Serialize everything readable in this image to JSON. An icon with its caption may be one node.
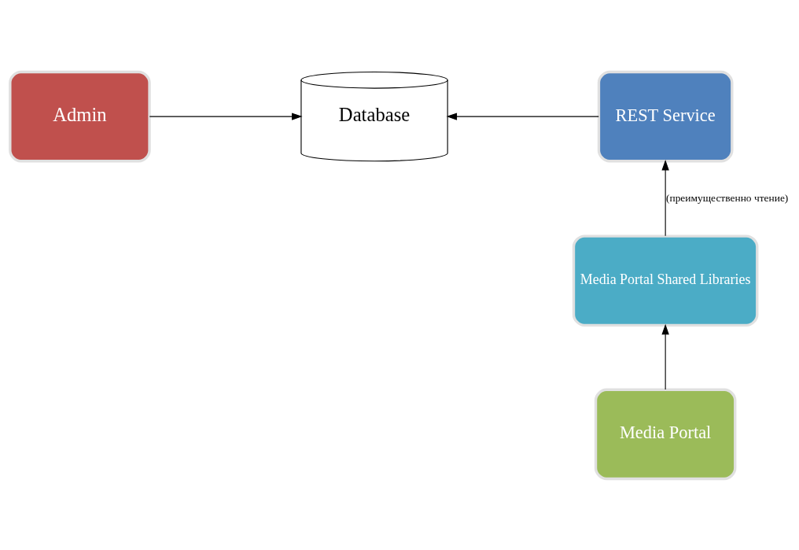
{
  "diagram": {
    "nodes": [
      {
        "text": [
          "Admin"
        ]
      },
      {
        "text": [
          "Database"
        ]
      },
      {
        "text": [
          "REST Service"
        ]
      },
      {
        "text": [
          "Media Portal Shared Libraries"
        ]
      },
      {
        "text": [
          "Media Portal"
        ]
      }
    ],
    "edges": [
      {
        "from": 0,
        "to": 1,
        "arrow": "to"
      },
      {
        "from": 2,
        "to": 1,
        "arrow": "to"
      },
      {
        "from": 3,
        "to": 2,
        "arrow": "to",
        "label": "(преимущественно чтение)"
      },
      {
        "from": 4,
        "to": 3,
        "arrow": "to"
      }
    ]
  }
}
